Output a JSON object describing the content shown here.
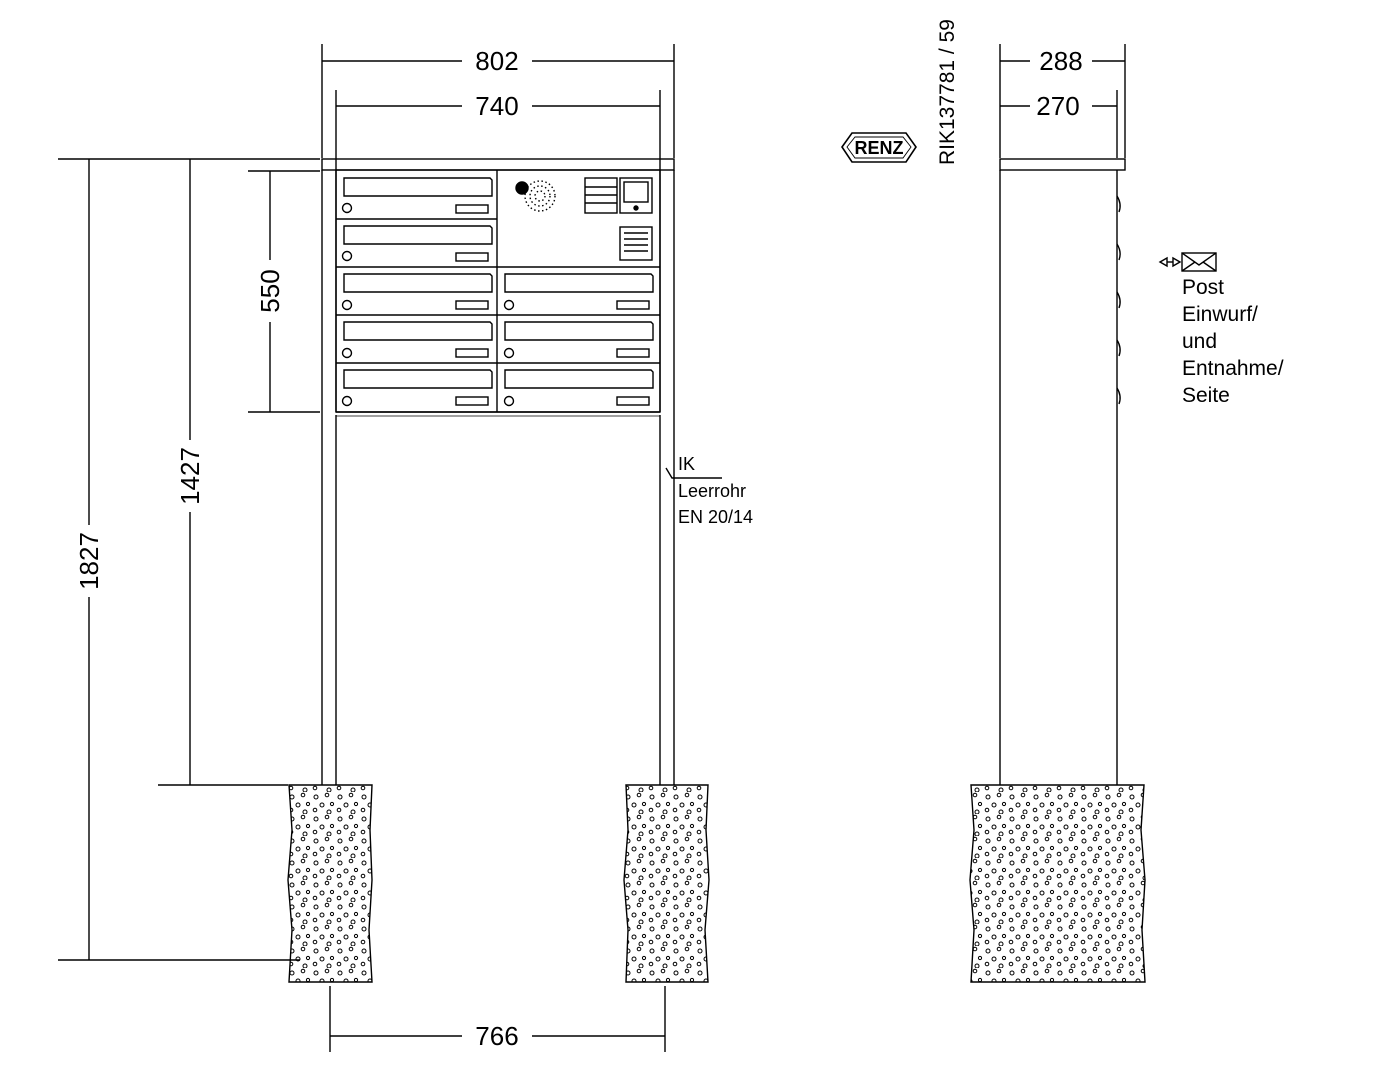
{
  "dimensions": {
    "front_outer_width": "802",
    "front_inner_width": "740",
    "total_height": "1827",
    "pillar_height": "1427",
    "box_height": "550",
    "foundation_spacing": "766",
    "side_outer_depth": "288",
    "side_inner_depth": "270"
  },
  "logo": {
    "text": "RENZ"
  },
  "article_number": "RIK137781 / 59",
  "conduit_note": {
    "line1": "IK",
    "line2": "Leerrohr",
    "line3": "EN 20/14"
  },
  "mail_note": {
    "lines": [
      "Post",
      "Einwurf/",
      "und",
      "Entnahme/",
      "Seite"
    ]
  },
  "icons": [
    "envelope-icon",
    "double-arrow-icon",
    "speaker-grille-icon",
    "camera-icon",
    "keypad-icon",
    "lock-icon"
  ]
}
